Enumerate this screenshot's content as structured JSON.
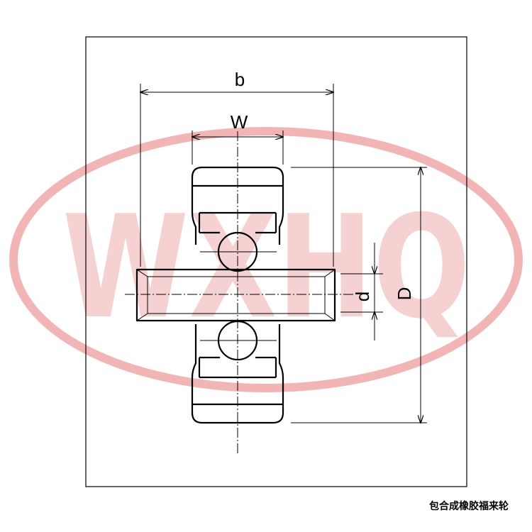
{
  "labels": {
    "b": "b",
    "W": "W",
    "d": "d",
    "D": "D"
  },
  "watermark": "WXHQ",
  "caption": "包合成橡胶福来轮",
  "colors": {
    "line": "#000000",
    "watermark": "#f2b5b5"
  }
}
